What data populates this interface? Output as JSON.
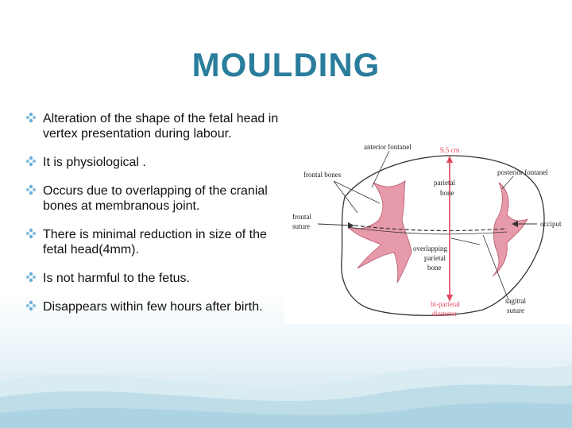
{
  "slide": {
    "title": "MOULDING",
    "bullets": [
      "Alteration of the shape of the fetal head in vertex presentation during labour.",
      "It is physiological .",
      "Occurs due to overlapping of the cranial bones at membranous joint.",
      "There is minimal reduction in size of the fetal head(4mm).",
      "Is not harmful to the fetus.",
      "Disappears within few hours after birth."
    ]
  },
  "diagram": {
    "labels": {
      "anterior_fontanel": "anterior fontanel",
      "measure": "9.5 cm",
      "frontal_bones": "frontal bones",
      "parietal_bone_upper_1": "parietal",
      "parietal_bone_upper_2": "bone",
      "posterior_fontanel": "posterior fontanel",
      "frontal_suture_1": "frontal",
      "frontal_suture_2": "suture",
      "occiput": "occiput",
      "overlapping_1": "overlapping",
      "overlapping_2": "parietal",
      "overlapping_3": "bone",
      "biparietal_1": "bi-parietal",
      "biparietal_2": "diameter",
      "sagittal_1": "sagittal",
      "sagittal_2": "suture"
    },
    "colors": {
      "bone_fill": "#e79aaa",
      "measure_line": "#e0475f",
      "outline": "#333333"
    }
  },
  "theme": {
    "title_color": "#2a7d9c",
    "bullet_color": "#6aaed6"
  }
}
